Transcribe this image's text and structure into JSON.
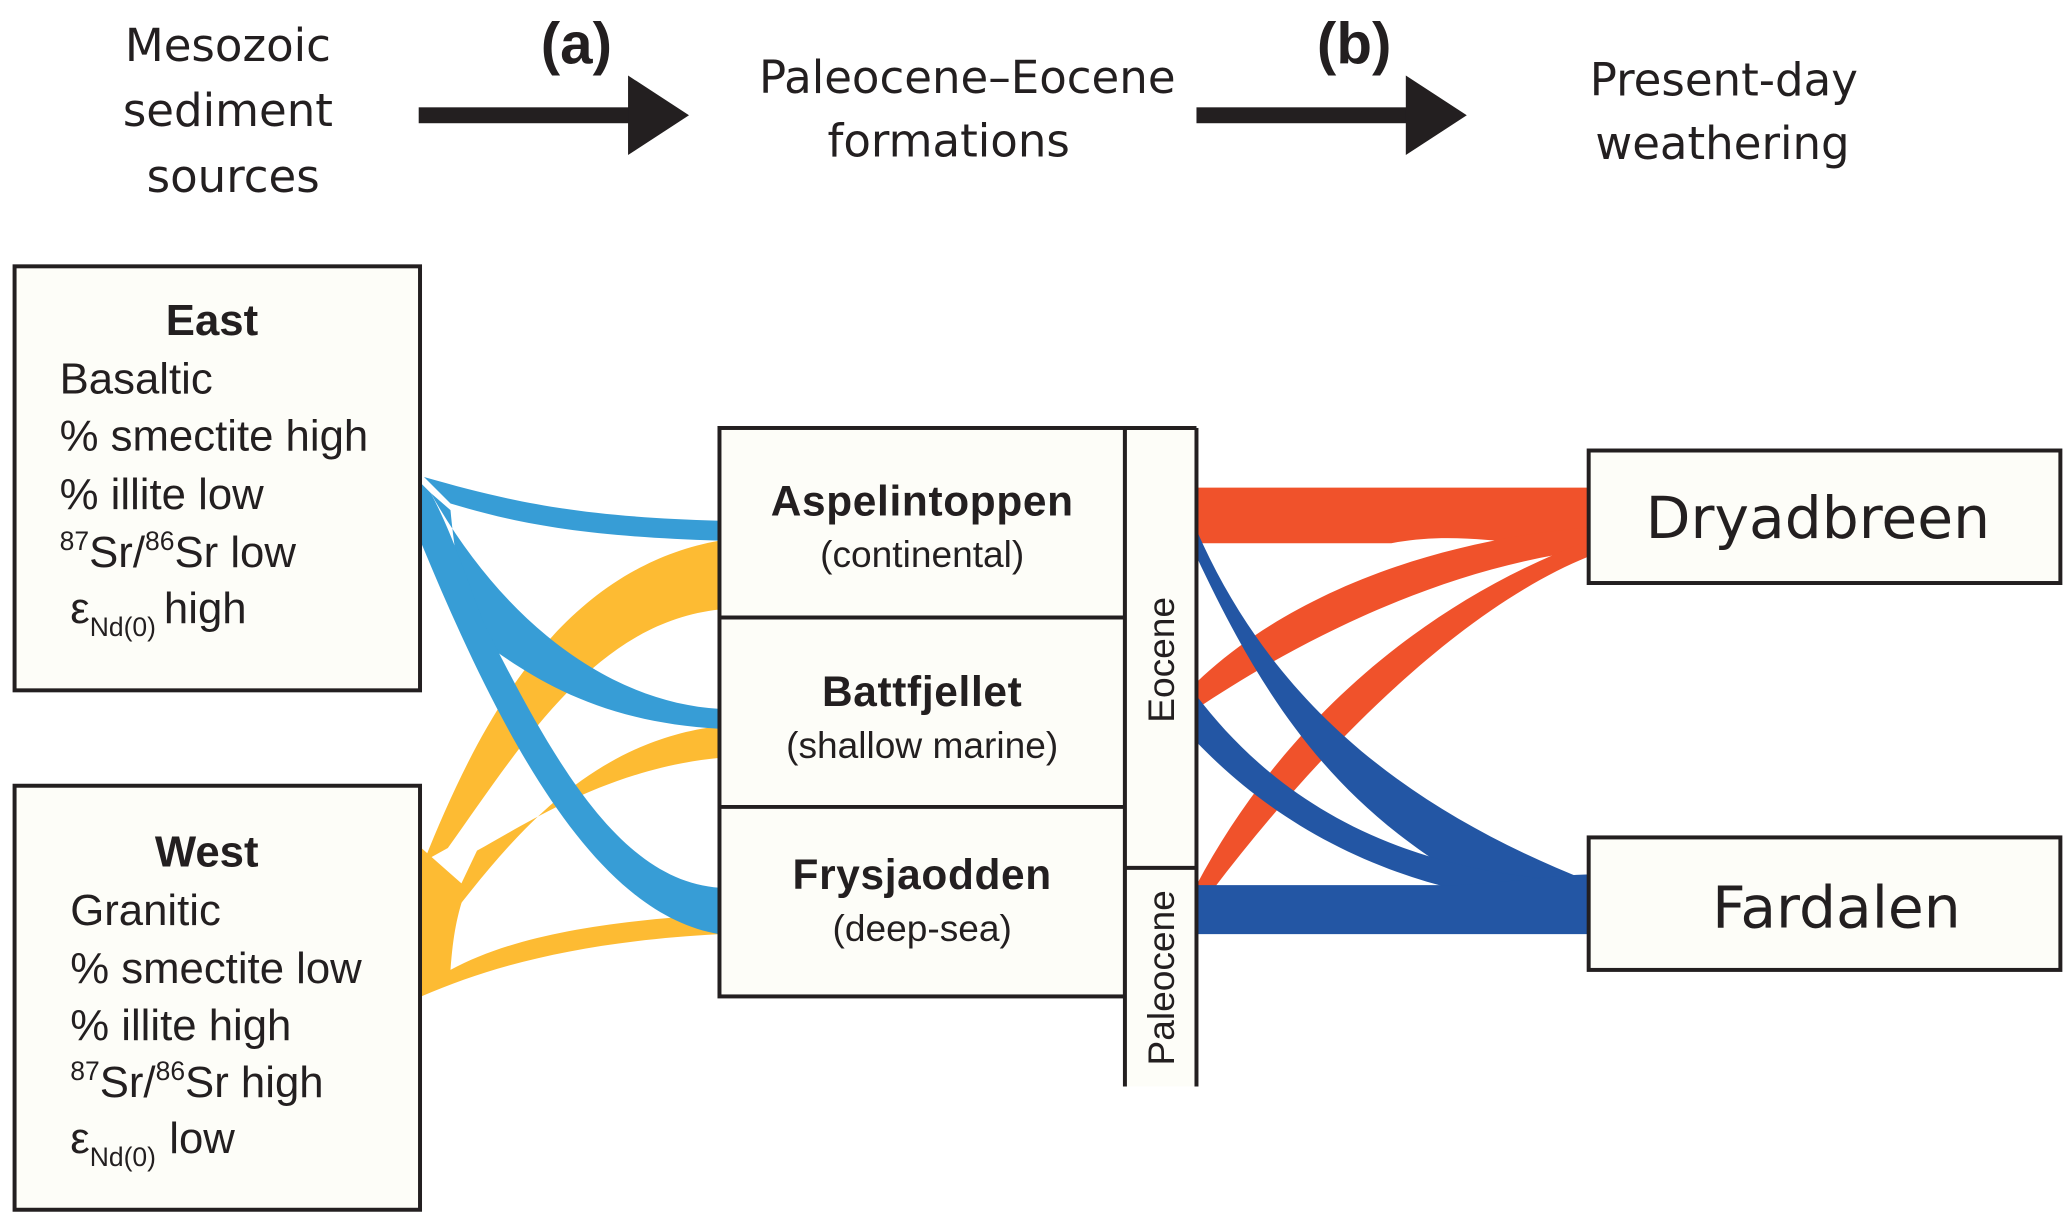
{
  "header": {
    "stage_sources": [
      "Mesozoic",
      "sediment",
      "sources"
    ],
    "stage_formations": [
      "Paleocene–Eocene",
      "formations"
    ],
    "stage_weathering": [
      "Present-day",
      "weathering"
    ],
    "step_a": "(a)",
    "step_b": "(b)"
  },
  "sources": {
    "east": {
      "title": "East",
      "rock": "Basaltic",
      "smectite": "% smectite high",
      "illite": "% illite low",
      "sr_sup1": "87",
      "sr_mid": "Sr/",
      "sr_sup2": "86",
      "sr_end": "Sr low",
      "nd_symbol": "ε",
      "nd_sub": "Nd(0)",
      "nd_value": "high"
    },
    "west": {
      "title": "West",
      "rock": "Granitic",
      "smectite": "% smectite low",
      "illite": "% illite high",
      "sr_sup1": "87",
      "sr_mid": "Sr/",
      "sr_sup2": "86",
      "sr_end": "Sr high",
      "nd_symbol": "ε",
      "nd_sub": "Nd(0)",
      "nd_value": "low"
    }
  },
  "formations": [
    {
      "name": "Aspelintoppen",
      "environment": "(continental)"
    },
    {
      "name": "Battfjellet",
      "environment": "(shallow marine)"
    },
    {
      "name": "Frysjaodden",
      "environment": "(deep-sea)"
    }
  ],
  "epochs": {
    "upper": "Eocene",
    "lower": "Paleocene"
  },
  "destinations": {
    "upper": "Dryadbreen",
    "lower": "Fardalen"
  },
  "colors": {
    "east_flow": "#379dd6",
    "west_flow": "#fdbb33",
    "dryadbreen_flow": "#f0522b",
    "fardalen_flow": "#2356a4",
    "arrow": "#231f20",
    "box_fill": "#fdfdf8"
  },
  "flows": {
    "source_to_formation": [
      {
        "from": "East",
        "to": "Aspelintoppen",
        "weight": "thin"
      },
      {
        "from": "East",
        "to": "Battfjellet",
        "weight": "medium"
      },
      {
        "from": "East",
        "to": "Frysjaodden",
        "weight": "thick"
      },
      {
        "from": "West",
        "to": "Aspelintoppen",
        "weight": "thick"
      },
      {
        "from": "West",
        "to": "Battfjellet",
        "weight": "medium"
      },
      {
        "from": "West",
        "to": "Frysjaodden",
        "weight": "thin"
      }
    ],
    "formation_to_weathering": [
      {
        "from": "Aspelintoppen",
        "to": "Dryadbreen",
        "weight": "thick"
      },
      {
        "from": "Aspelintoppen",
        "to": "Fardalen",
        "weight": "thin"
      },
      {
        "from": "Battfjellet",
        "to": "Dryadbreen",
        "weight": "medium"
      },
      {
        "from": "Battfjellet",
        "to": "Fardalen",
        "weight": "medium"
      },
      {
        "from": "Frysjaodden",
        "to": "Dryadbreen",
        "weight": "thin"
      },
      {
        "from": "Frysjaodden",
        "to": "Fardalen",
        "weight": "thick"
      }
    ]
  }
}
